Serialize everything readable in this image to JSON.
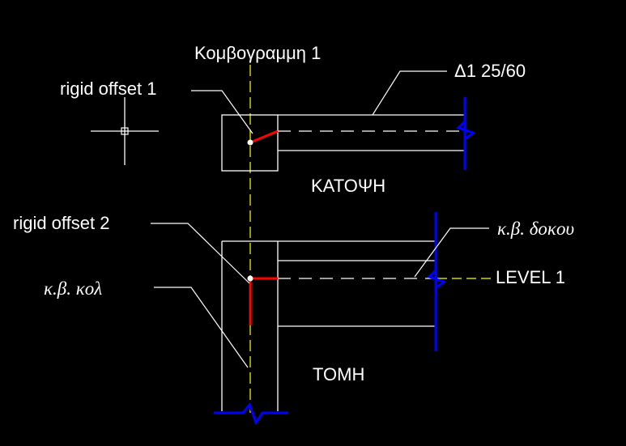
{
  "labels": {
    "node_line": "Κομβογραμμη 1",
    "rigid_offset_1": "rigid offset 1",
    "beam": "Δ1 25/60",
    "plan_view": "ΚΑΤΟΨΗ",
    "rigid_offset_2": "rigid offset 2",
    "beam_centroid": "κ.β. δοκου",
    "level": "LEVEL 1",
    "column_centroid": "κ.β. κολ",
    "section_view": "ΤΟΜΗ"
  },
  "colors": {
    "background": "#000000",
    "lines": "#ffffff",
    "axis": "#ffff00",
    "break_marks": "#0000ff",
    "rigid_offset": "#ff0000"
  }
}
